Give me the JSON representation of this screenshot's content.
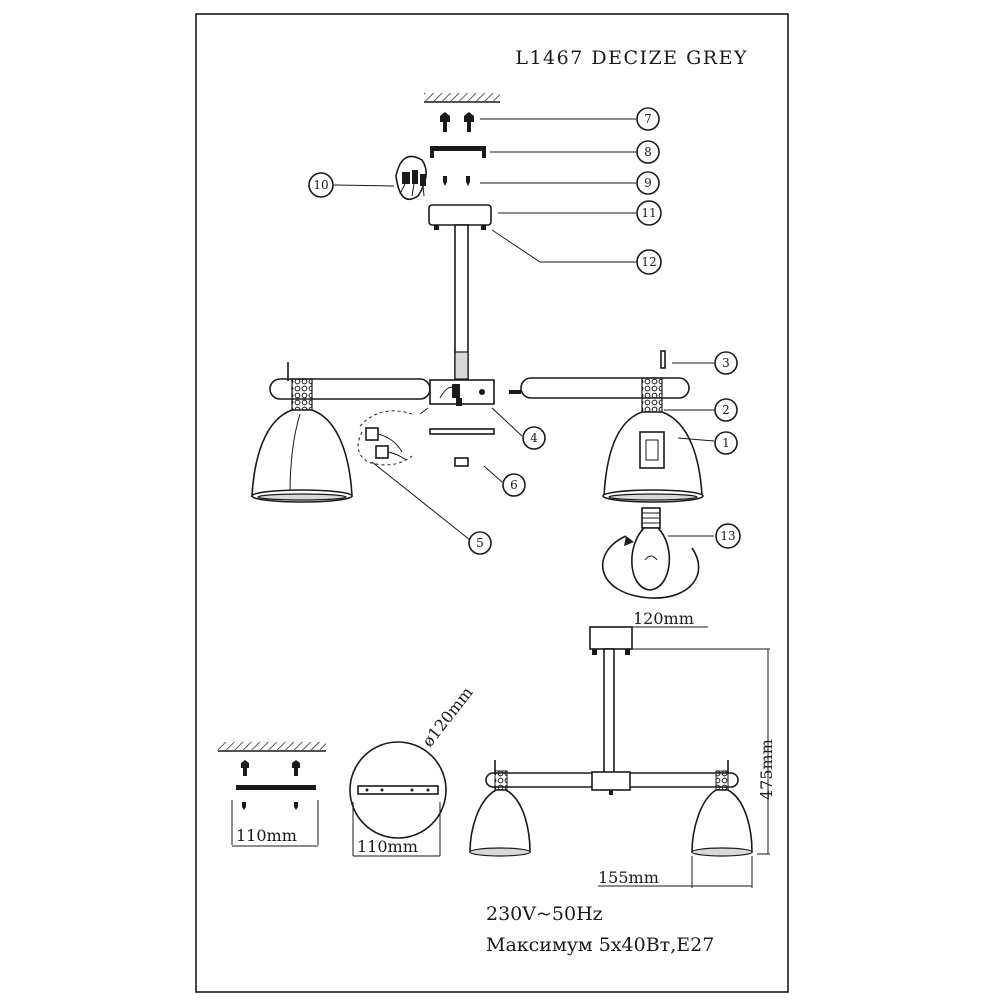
{
  "title": "L1467 DECIZE GREY",
  "callouts": [
    "1",
    "2",
    "3",
    "4",
    "5",
    "6",
    "7",
    "8",
    "9",
    "10",
    "11",
    "12",
    "13"
  ],
  "dimensions": {
    "canopy_width": "120mm",
    "height": "475mm",
    "shade_width": "155mm",
    "plate_width": "110mm",
    "bracket_width": "110mm",
    "canopy_diameter": "ø120mm"
  },
  "specs": {
    "voltage": "230V~50Hz",
    "max_power": "Максимум 5x40Вт,E27"
  }
}
